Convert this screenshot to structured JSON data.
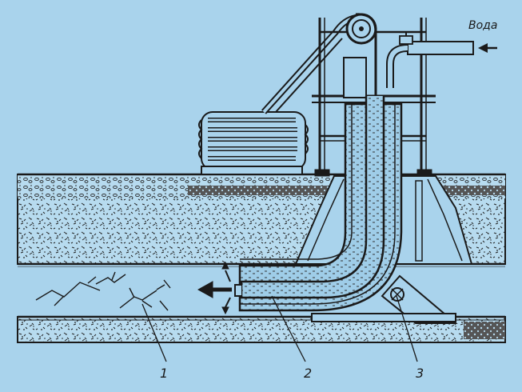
{
  "labels": {
    "water": "Вода",
    "callout_1": "1",
    "callout_2": "2",
    "callout_3": "3"
  },
  "colors": {
    "background": "#a9d3ec",
    "ink": "#1a1a1a",
    "water_fill": "#9fcde8",
    "rock_fill": "#b7dbef"
  },
  "icons": {
    "water_inlet": "arrow-left-icon",
    "jet_outlet": "arrow-left-icon"
  }
}
